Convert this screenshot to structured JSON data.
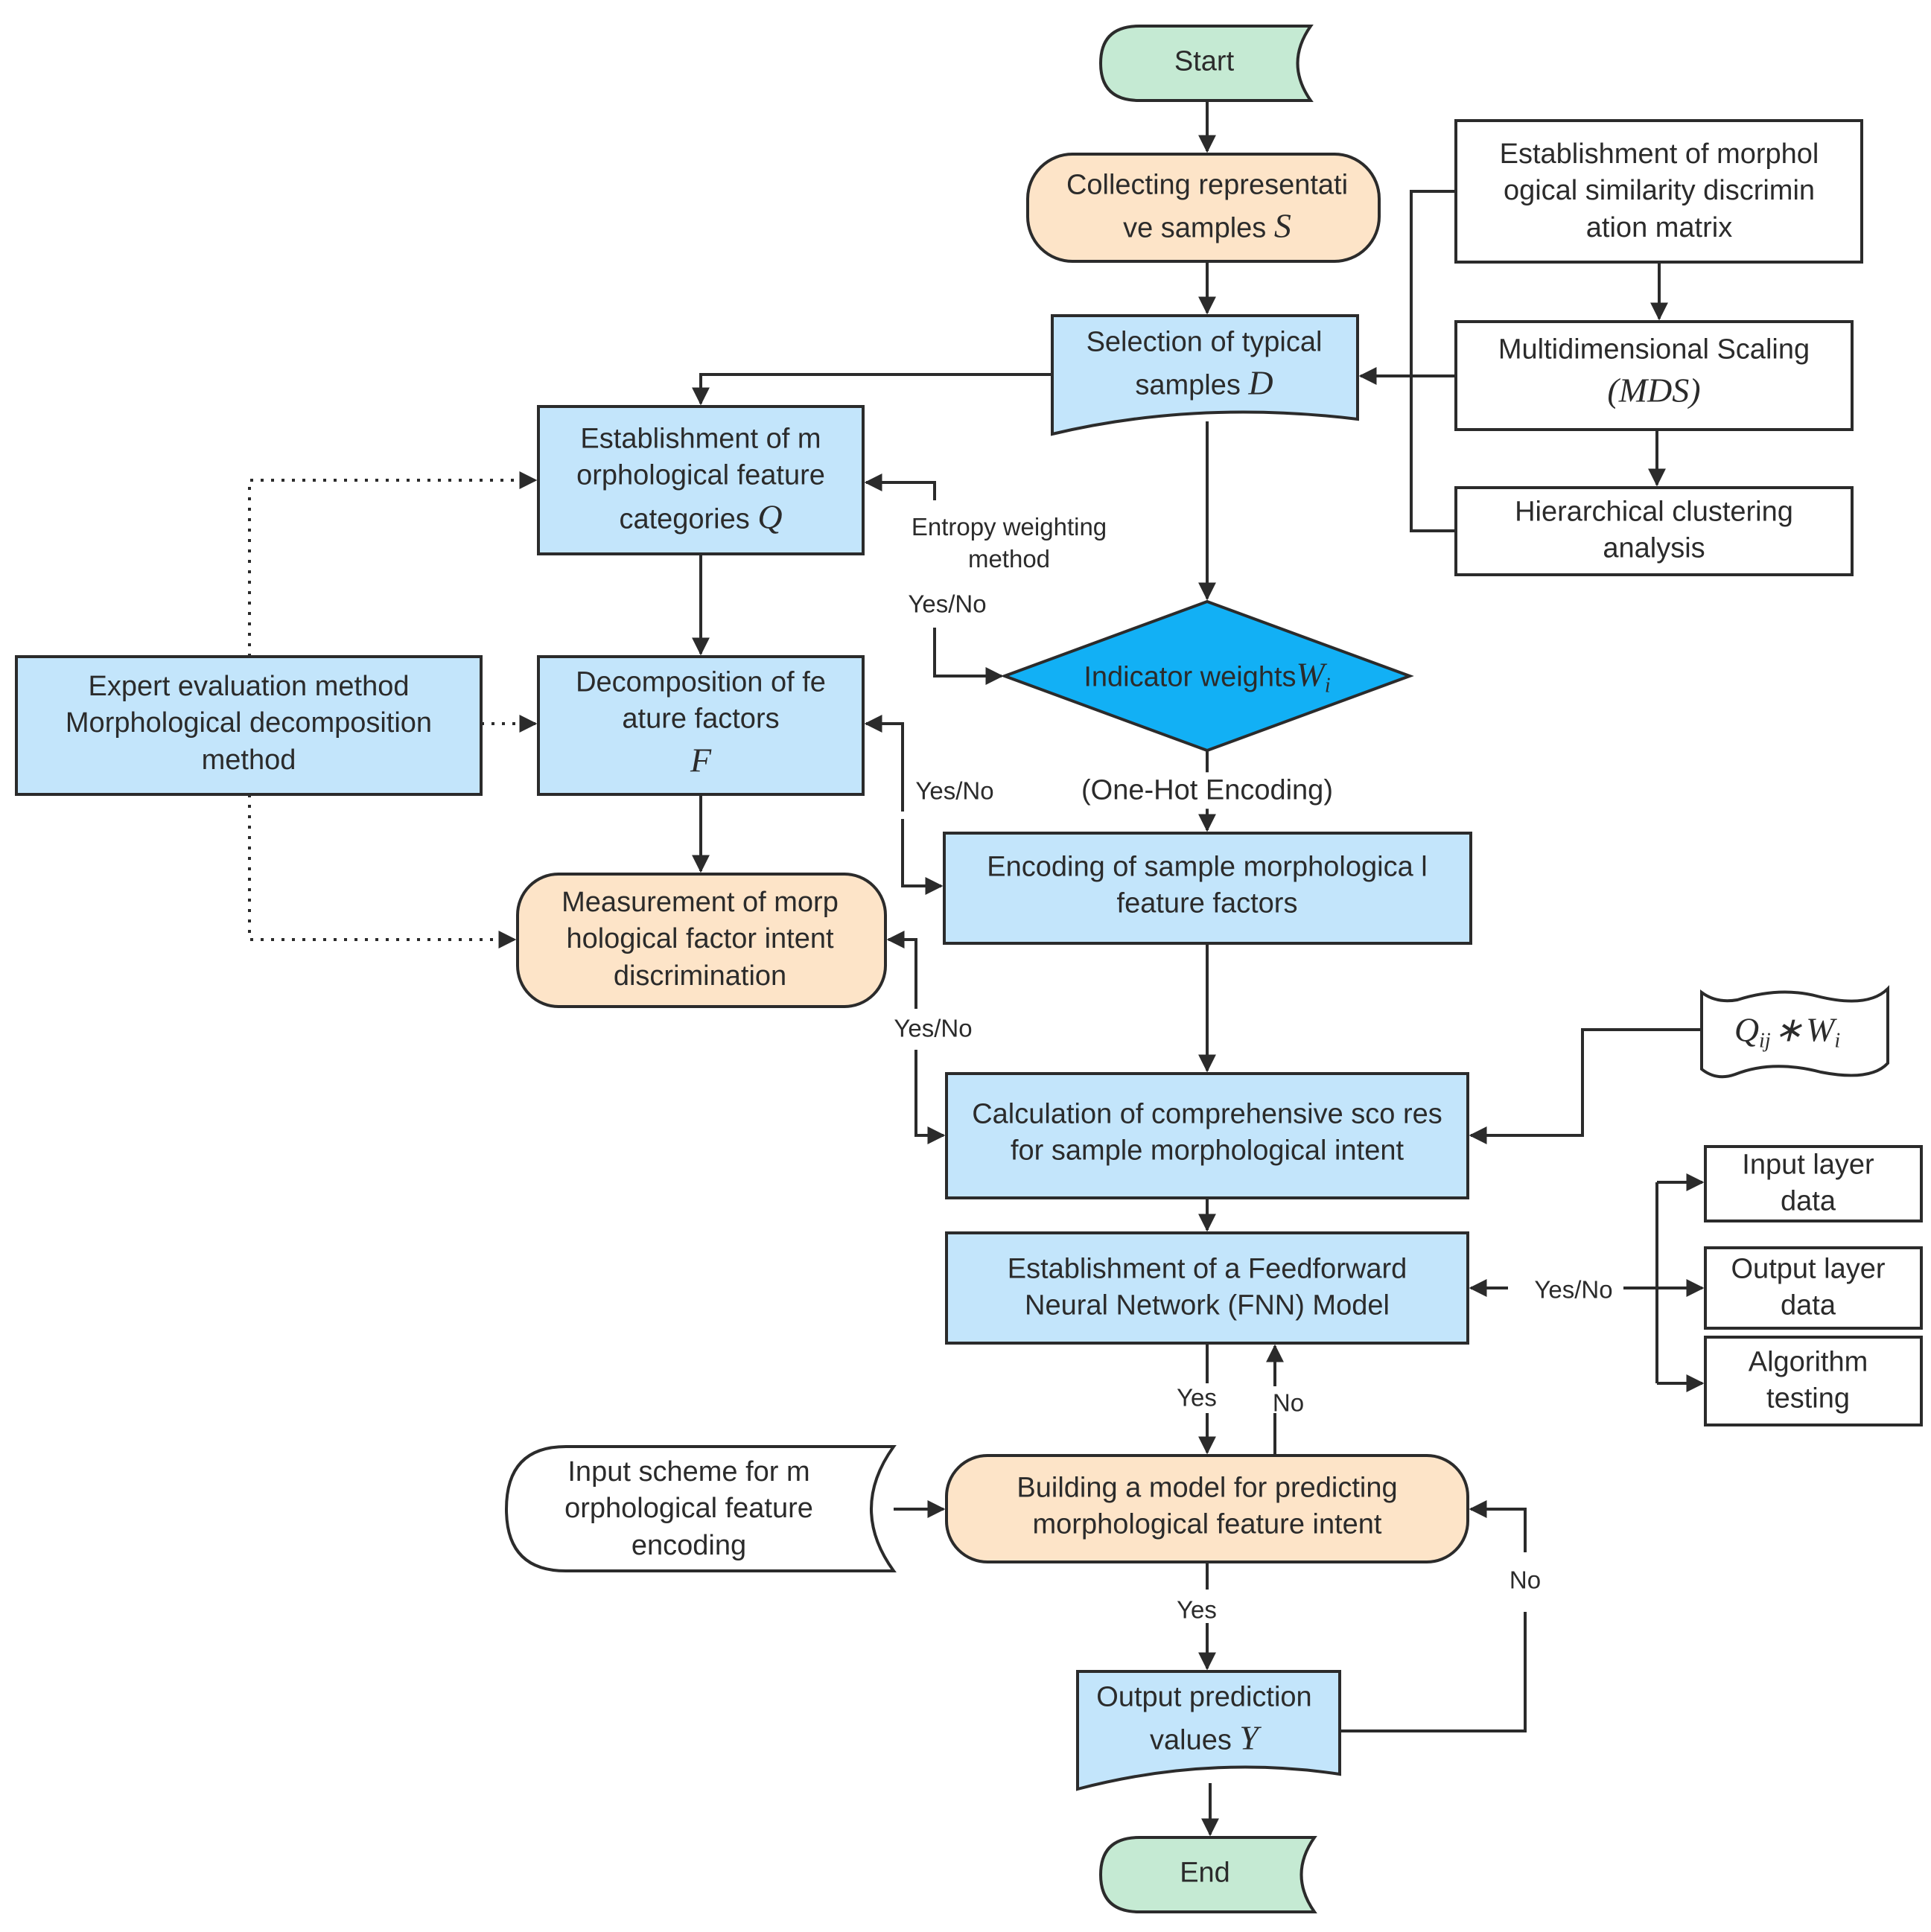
{
  "colors": {
    "terminal": "#c5ead3",
    "process_blue": "#c3e5fb",
    "process_orange": "#fde4c8",
    "decision": "#12b0f5",
    "line": "#2b2b2b"
  },
  "nodes": {
    "start": "Start",
    "end": "End",
    "collecting": {
      "text": "Collecting representati ve samples",
      "var": "S"
    },
    "selection": {
      "text": "Selection of typical samples",
      "var": "D"
    },
    "similarity_matrix": "Establishment of morphol ogical similarity discrimin ation matrix",
    "mds": {
      "text": "Multidimensional Scaling",
      "var": "(MDS)"
    },
    "hierarchical": "Hierarchical clustering analysis",
    "categories": {
      "text": "Establishment of m orphological feature categories",
      "var": "Q"
    },
    "decomposition": {
      "text": "Decomposition of fe ature factors",
      "var": "F"
    },
    "expert": "Expert evaluation method Morphological decomposition method",
    "measurement": "Measurement of morp hological factor intent discrimination",
    "indicator": {
      "text": "Indicator weights",
      "var": "W",
      "sub": "i"
    },
    "encoding": "Encoding of sample morphologica l feature factors",
    "calculation": "Calculation of comprehensive sco res for sample morphological intent",
    "qw": {
      "q": "Q",
      "q_sub": "ij",
      "op": "∗",
      "w": "W",
      "w_sub": "i"
    },
    "fnn": "Establishment of a Feedforward Neural Network (FNN) Model",
    "input_layer": "Input layer data",
    "output_layer": "Output layer data",
    "algorithm": "Algorithm testing",
    "input_scheme": "Input scheme for m orphological feature encoding",
    "building": "Building a model for predicting morphological feature intent",
    "output_pred": {
      "text": "Output prediction values",
      "var": "Y"
    }
  },
  "edge_labels": {
    "entropy": "Entropy weighting method",
    "yes_no_1": "Yes/No",
    "one_hot": "(One-Hot Encoding)",
    "yes_no_2": "Yes/No",
    "yes_no_3": "Yes/No",
    "yes_no_4": "Yes/No",
    "yes_1": "Yes",
    "no_1": "No",
    "yes_2": "Yes",
    "no_2": "No"
  }
}
